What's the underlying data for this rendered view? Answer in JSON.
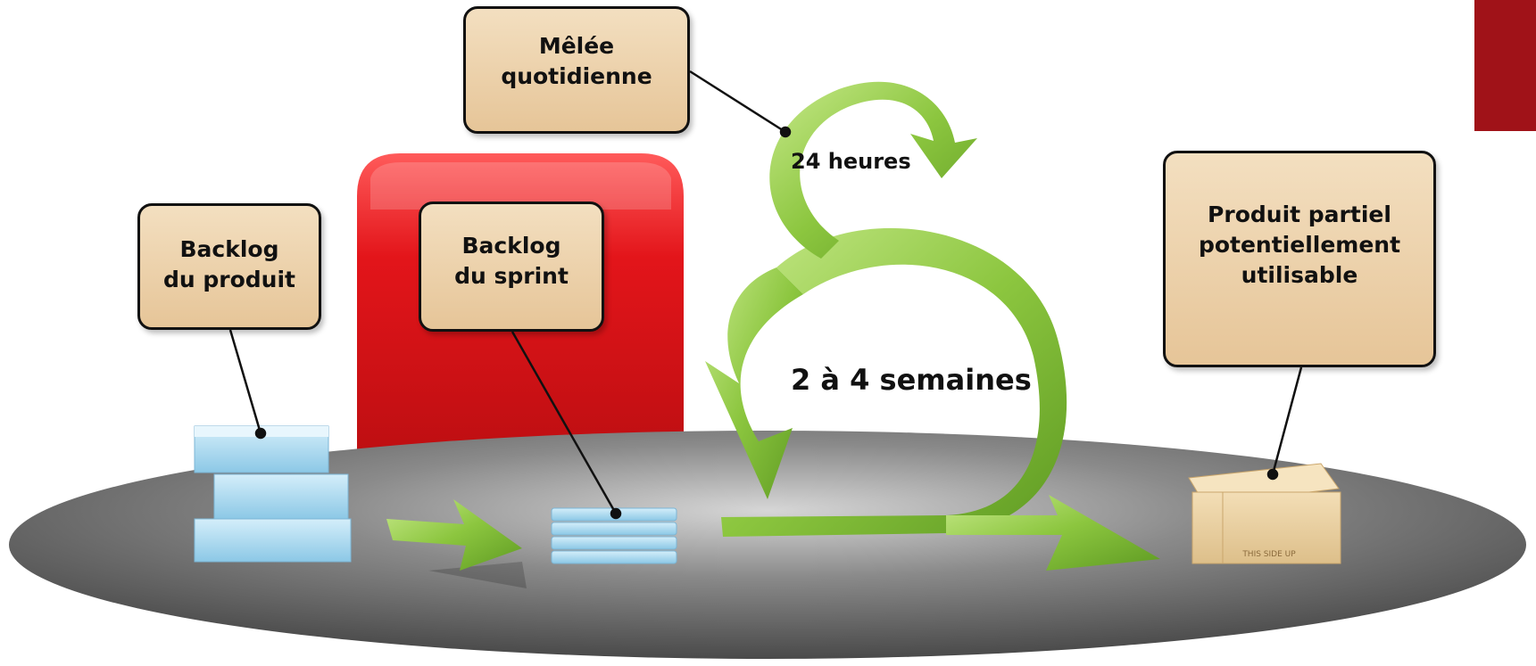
{
  "labels": {
    "melee": "Mêlée\nquotidienne",
    "backlog_produit": "Backlog\ndu produit",
    "backlog_sprint": "Backlog\ndu sprint",
    "produit": "Produit partiel\npotentiellement\nutilisable",
    "cycle_daily": "24 heures",
    "cycle_sprint": "2 à 4 semaines",
    "box_print": "THIS SIDE UP"
  },
  "colors": {
    "accent_square": "#a01218",
    "sprint_block": "#e0161b",
    "arrow_green": "#8cc63f",
    "platform": "#6e6e6e",
    "callout_fill": "#ecd3ad",
    "stack_blue": "#9fd3ec",
    "box_cardboard": "#e9cfa0"
  }
}
